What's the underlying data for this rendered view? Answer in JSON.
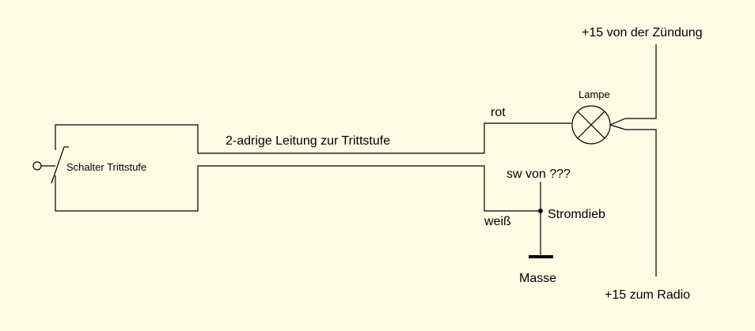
{
  "labels": {
    "ignition": "+15 von der Zündung",
    "lamp": "Lampe",
    "red": "rot",
    "cable": "2-adrige Leitung zur Trittstufe",
    "switch": "Schalter Trittstufe",
    "black": "sw von ???",
    "white": "weiß",
    "tap": "Stromdieb",
    "ground": "Masse",
    "radio": "+15 zum Radio"
  },
  "colors": {
    "background": "#fdfde6",
    "line": "#000000"
  }
}
